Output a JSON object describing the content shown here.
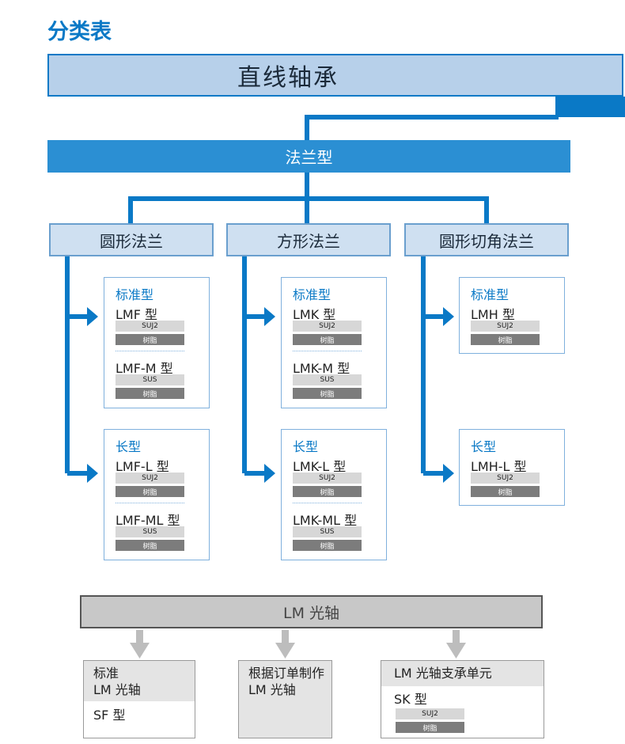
{
  "title": "分类表",
  "main_category": "直线轴承",
  "flange_type": "法兰型",
  "categories": [
    "圆形法兰",
    "方形法兰",
    "圆形切角法兰"
  ],
  "groups": [
    {
      "standard": {
        "heading": "标准型",
        "models": [
          {
            "name": "LMF 型",
            "badges": [
              "SUJ2",
              "树脂"
            ]
          },
          {
            "name": "LMF-M 型",
            "badges": [
              "SUS",
              "树脂"
            ]
          }
        ]
      },
      "long": {
        "heading": "长型",
        "models": [
          {
            "name": "LMF-L 型",
            "badges": [
              "SUJ2",
              "树脂"
            ]
          },
          {
            "name": "LMF-ML 型",
            "badges": [
              "SUS",
              "树脂"
            ]
          }
        ]
      }
    },
    {
      "standard": {
        "heading": "标准型",
        "models": [
          {
            "name": "LMK 型",
            "badges": [
              "SUJ2",
              "树脂"
            ]
          },
          {
            "name": "LMK-M 型",
            "badges": [
              "SUS",
              "树脂"
            ]
          }
        ]
      },
      "long": {
        "heading": "长型",
        "models": [
          {
            "name": "LMK-L 型",
            "badges": [
              "SUJ2",
              "树脂"
            ]
          },
          {
            "name": "LMK-ML 型",
            "badges": [
              "SUS",
              "树脂"
            ]
          }
        ]
      }
    },
    {
      "standard": {
        "heading": "标准型",
        "models": [
          {
            "name": "LMH 型",
            "badges": [
              "SUJ2",
              "树脂"
            ]
          }
        ]
      },
      "long": {
        "heading": "长型",
        "models": [
          {
            "name": "LMH-L 型",
            "badges": [
              "SUJ2",
              "树脂"
            ]
          }
        ]
      }
    }
  ],
  "lm_shaft": {
    "label": "LM 光轴",
    "children": [
      {
        "head_lines": [
          "标准",
          "LM 光轴"
        ],
        "body_lines": [
          "SF 型"
        ],
        "badges": []
      },
      {
        "head_lines": [
          "根据订单制作",
          "LM 光轴"
        ],
        "body_lines": [],
        "badges": []
      },
      {
        "head_lines": [
          "LM 光轴支承单元"
        ],
        "body_lines": [
          "SK 型"
        ],
        "badges": [
          "SUJ2",
          "树脂"
        ]
      }
    ]
  },
  "colors": {
    "accent": "#0a79c6",
    "main_fill": "#b7d0ea",
    "category_fill": "#cfe0f1",
    "shaft_fill": "#c8c8c8",
    "arrow_gray": "#bdbdbd"
  }
}
